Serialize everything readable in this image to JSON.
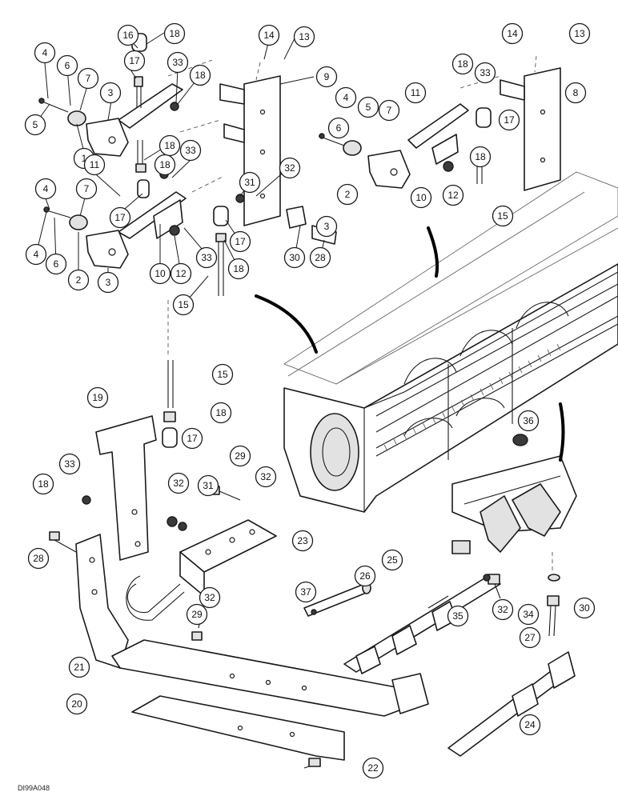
{
  "drawing_code": "DI99A048",
  "callouts": [
    "1",
    "2",
    "3",
    "4",
    "5",
    "6",
    "7",
    "8",
    "9",
    "10",
    "11",
    "12",
    "13",
    "14",
    "15",
    "16",
    "17",
    "18",
    "19",
    "20",
    "21",
    "22",
    "23",
    "24",
    "25",
    "26",
    "27",
    "28",
    "29",
    "30",
    "31",
    "32",
    "33",
    "34",
    "35",
    "36",
    "37"
  ]
}
